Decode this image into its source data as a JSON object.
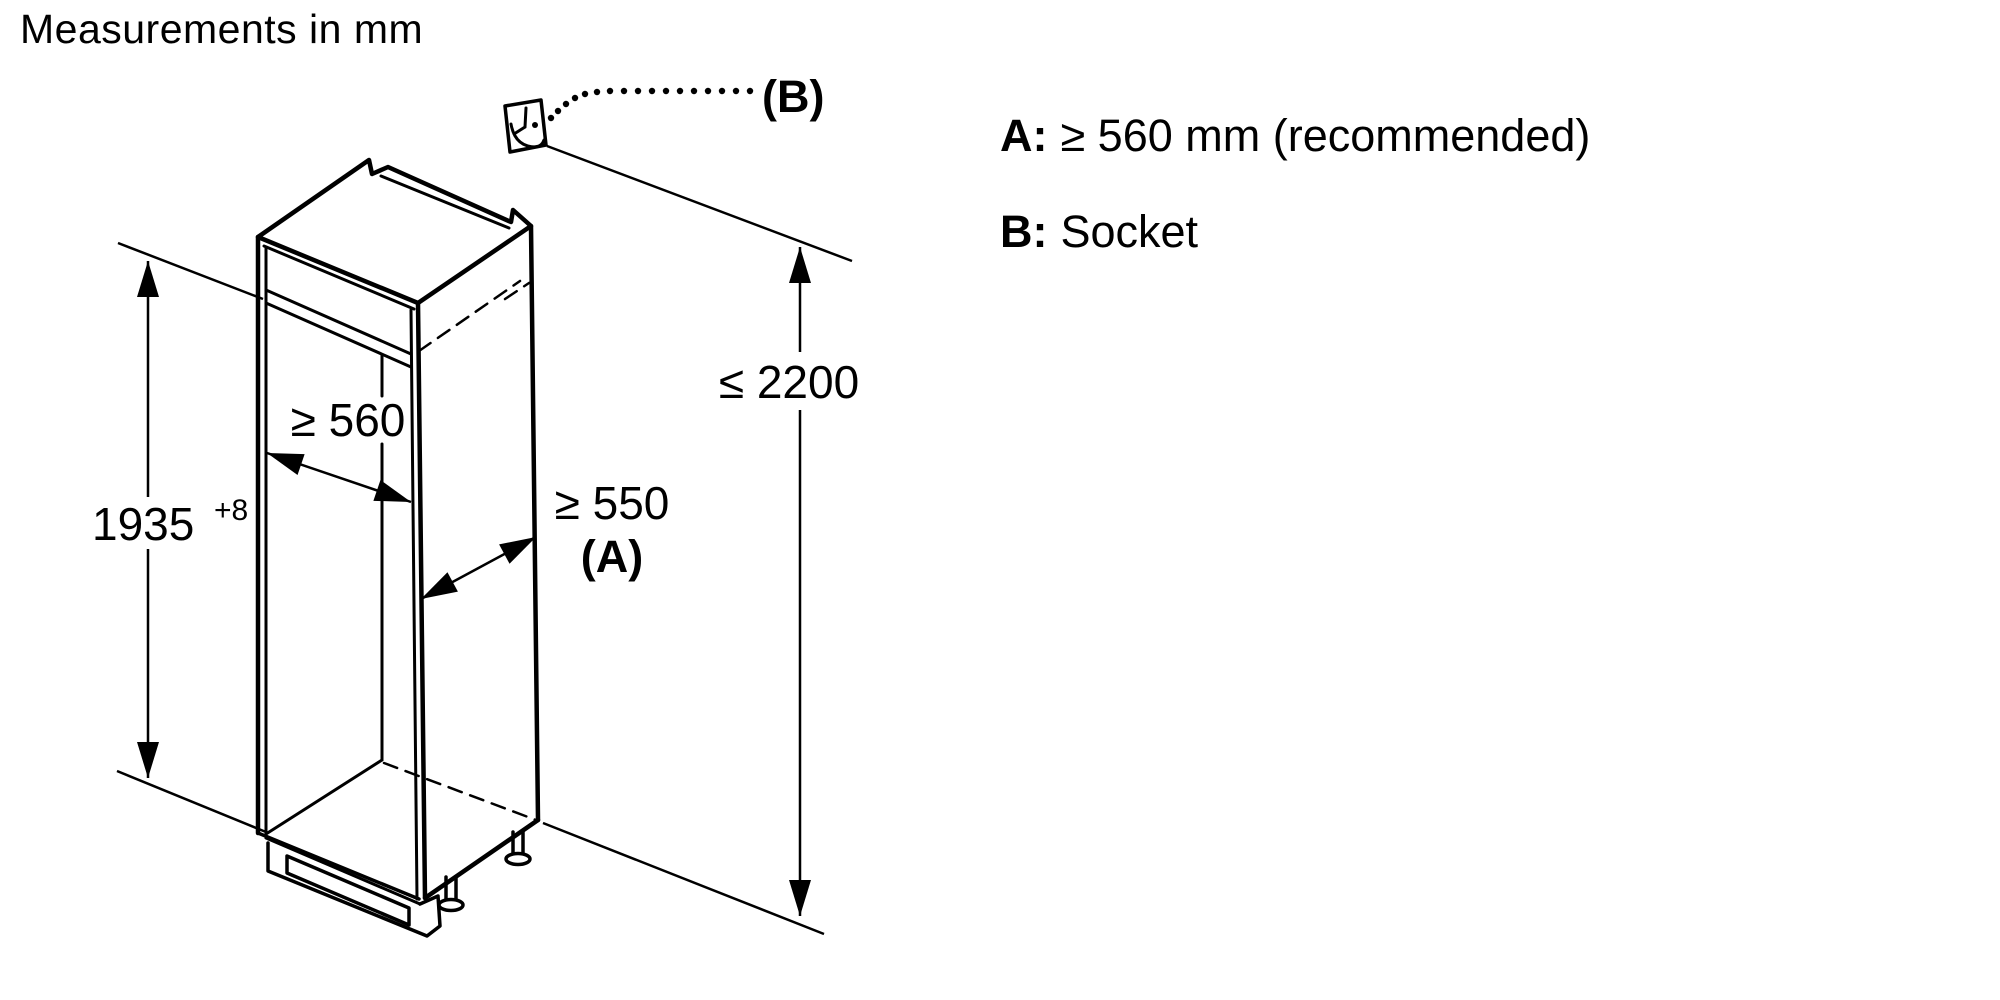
{
  "title": "Measurements in mm",
  "diagram": {
    "description": "Isometric line drawing of a tall built-in appliance niche cabinet with installation dimensions",
    "dimensions": {
      "niche_height": "1935",
      "niche_height_tolerance": "+8",
      "niche_width": "≥ 560",
      "worktop_depth": "≥ 550",
      "worktop_depth_ref": "(A)",
      "max_total_height": "≤ 2200",
      "socket_ref": "(B)"
    },
    "icons": {
      "socket": "power-socket-icon"
    }
  },
  "legend": {
    "a_key": "A:",
    "a_value": "≥ 560 mm (recommended)",
    "b_key": "B:",
    "b_value": "Socket"
  },
  "colors": {
    "line": "#000000",
    "background": "#ffffff"
  }
}
